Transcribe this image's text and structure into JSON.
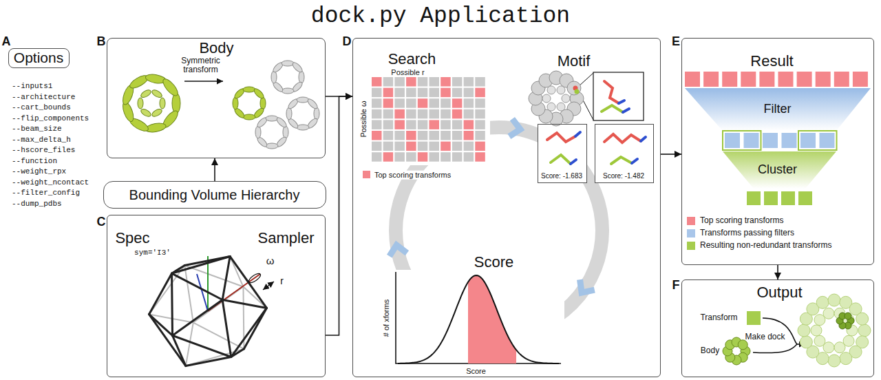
{
  "diagram": {
    "title": "dock.py Application",
    "nodes": [
      {
        "text": [
          "Options"
        ]
      },
      {
        "text": [
          "Body",
          "Symmetric transform"
        ]
      },
      {
        "text": [
          "Bounding Volume Hierarchy"
        ]
      },
      {
        "text": [
          "Spec",
          "Sampler",
          "sym='I3'",
          "ω",
          "r"
        ]
      },
      {
        "text": [
          "Search",
          "Possible r",
          "Possible ω",
          "Motif",
          "Score",
          "# of xforms",
          "Score"
        ]
      },
      {
        "text": [
          "Score: -1.683"
        ],
        "in": 4
      },
      {
        "text": [
          "Score: -1.482"
        ],
        "in": 4
      },
      {
        "text": [
          "Result",
          "Filter",
          "Cluster"
        ]
      },
      {
        "text": [
          "Output",
          "Transform",
          "Body",
          "Make dock"
        ]
      }
    ],
    "edges": [
      {
        "from": 2,
        "to": 1,
        "arrow": "to"
      },
      {
        "from": 1,
        "to": 4,
        "arrow": "to"
      },
      {
        "from": 3,
        "to": 4,
        "arrow": "to"
      },
      {
        "from": 4,
        "to": 7,
        "arrow": "to"
      },
      {
        "from": 7,
        "to": 8,
        "arrow": "to"
      }
    ],
    "labels": [
      "A",
      "B",
      "C",
      "D",
      "E",
      "F",
      "--inputs1",
      "--architecture",
      "--cart_bounds",
      "--flip_components",
      "--beam_size",
      "--max_delta_h",
      "--hscore_files",
      "--function",
      "--weight_rpx",
      "--weight_ncontact",
      "--filter_config",
      "--dump_pdbs"
    ],
    "legend": [
      {
        "text": "Top scoring transforms",
        "color": "#f4868b"
      },
      {
        "text": "Top scoring transforms",
        "color": "#f4868b"
      },
      {
        "text": "Transforms passing filters",
        "color": "#a9c6ea"
      },
      {
        "text": "Resulting non-redundant transforms",
        "color": "#a6cd4e"
      }
    ]
  }
}
